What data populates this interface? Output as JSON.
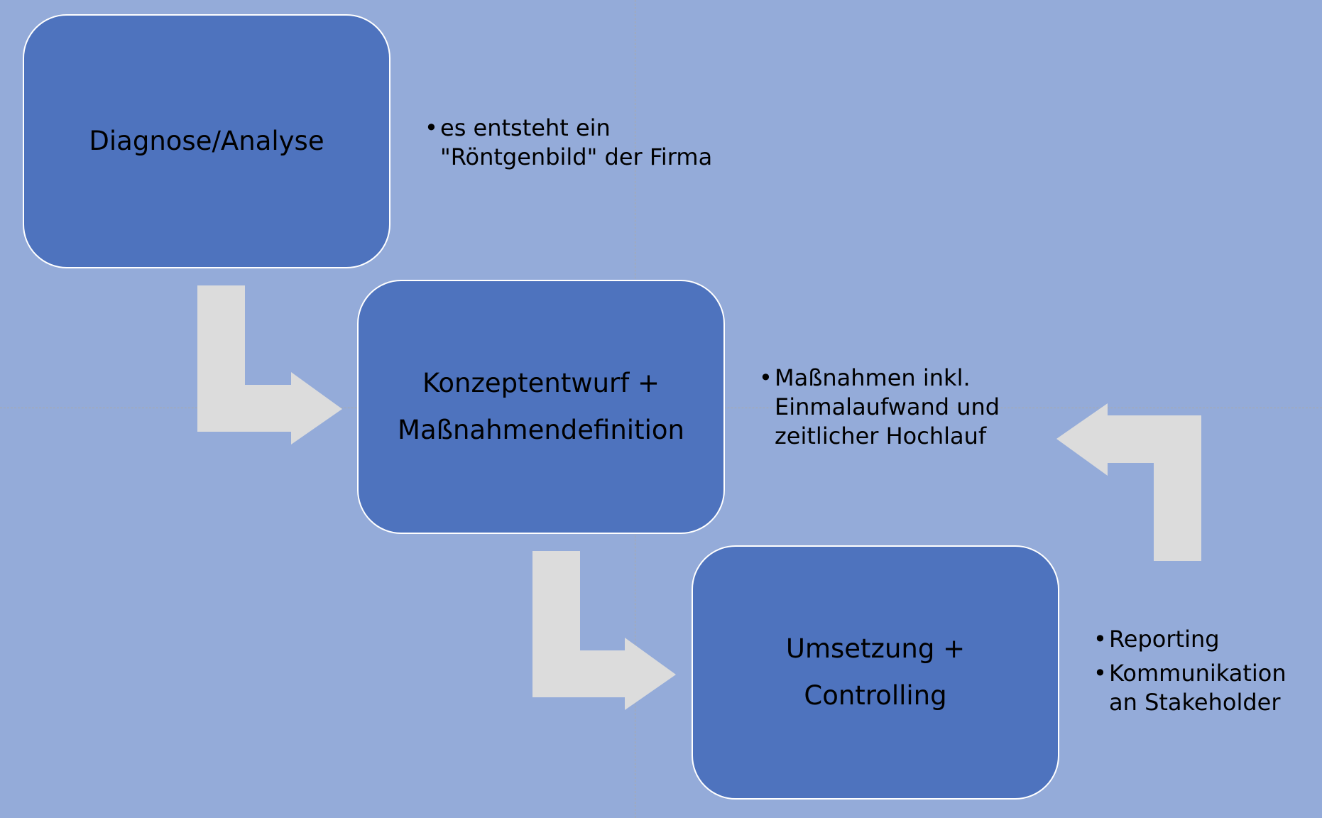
{
  "steps": [
    {
      "title": "Diagnose/Analyse"
    },
    {
      "title_line1": "Konzeptentwurf +",
      "title_line2": "Maßnahmendefinition"
    },
    {
      "title_line1": "Umsetzung +",
      "title_line2": "Controlling"
    }
  ],
  "notes": {
    "diagnose": [
      "es entsteht ein \"Röntgenbild\" der Firma"
    ],
    "konzept": [
      "Maßnahmen inkl. Einmalaufwand und zeitlicher Hochlauf"
    ],
    "umsetzung": [
      "Reporting",
      "Kommunikation an Stakeholder"
    ]
  },
  "bullet_symbol": "•",
  "colors": {
    "background": "#94abd9",
    "box_fill": "#4e73be",
    "box_border": "#ffffff",
    "arrow": "#dcdcdc",
    "guide": "#a9a9a9"
  }
}
